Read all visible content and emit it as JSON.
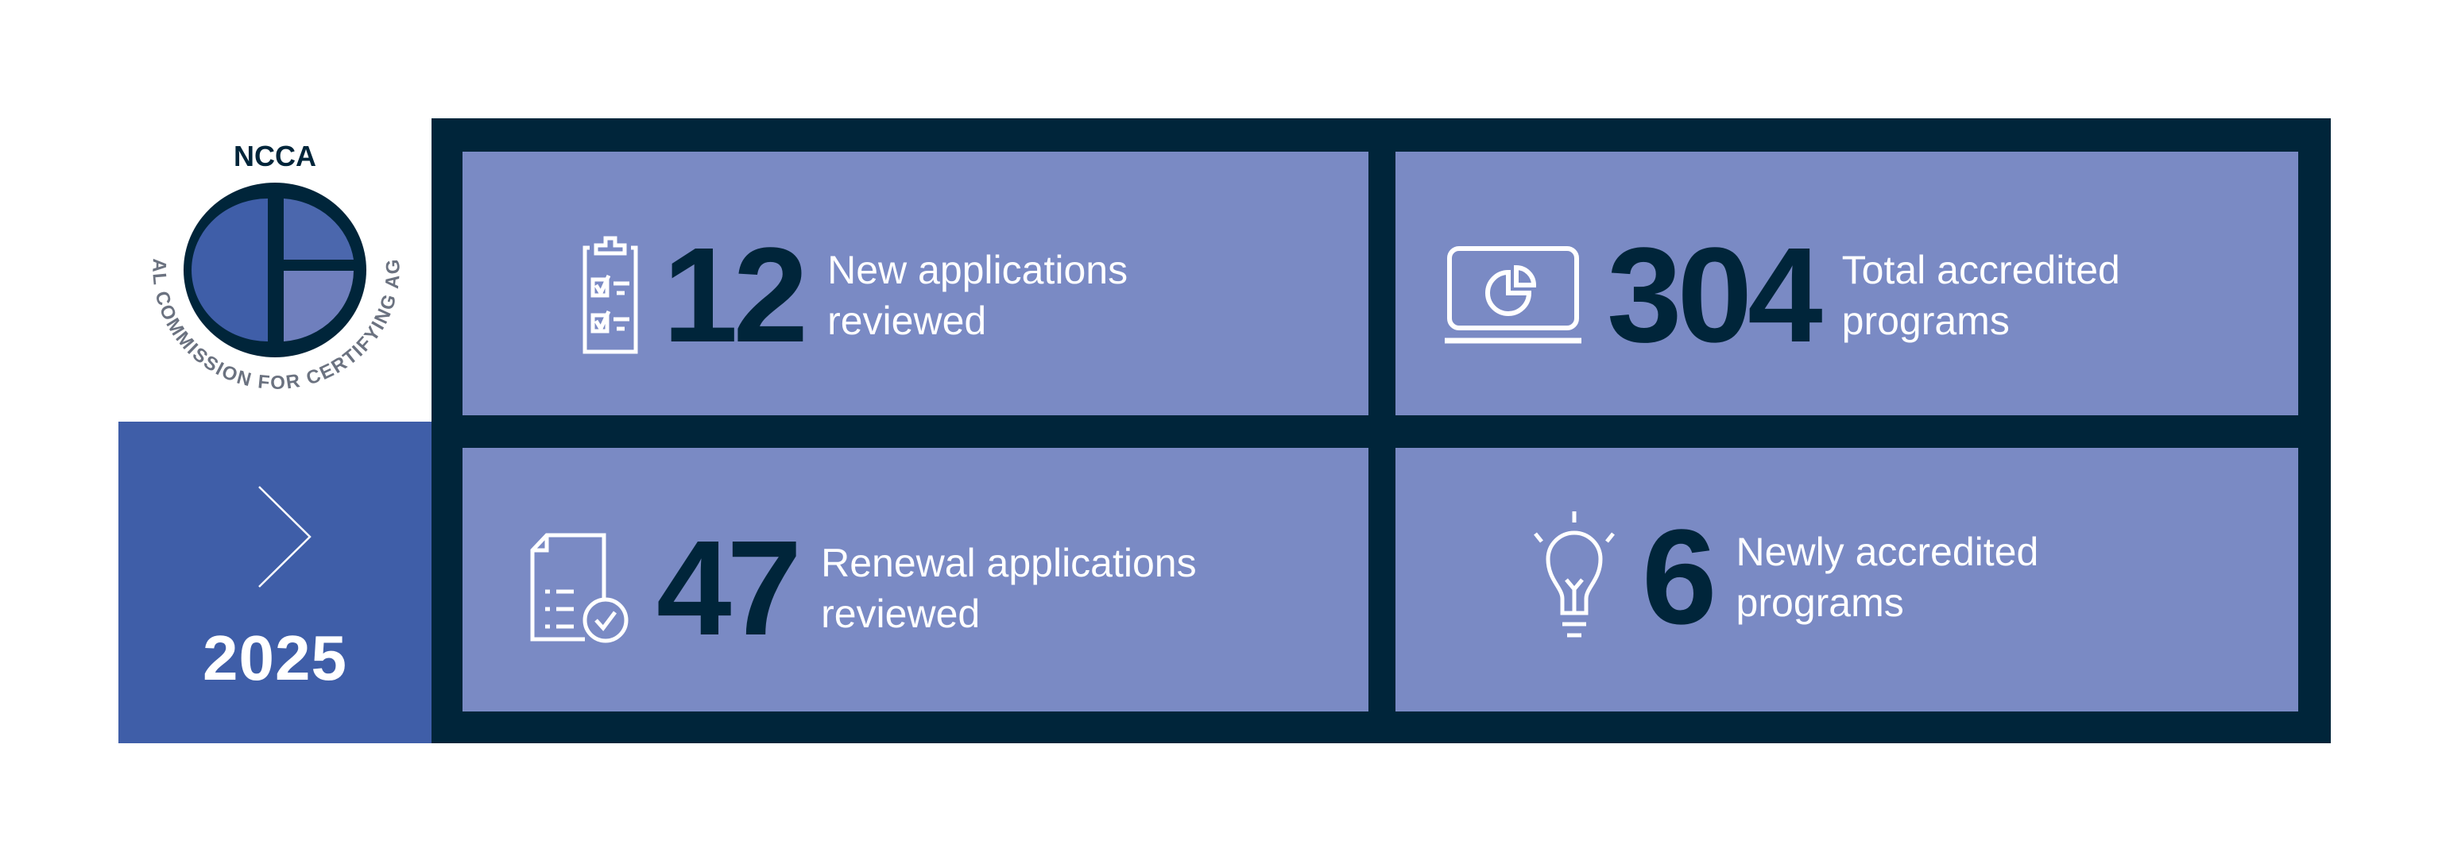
{
  "logo": {
    "acronym": "NCCA",
    "full_name": "NATIONAL COMMISSION FOR CERTIFYING AGENCIES"
  },
  "year_box": {
    "year": "2025",
    "icon": "chevron-right-icon"
  },
  "colors": {
    "panel": "#00253a",
    "tile": "#7a8ac4",
    "year_box": "#3f5ea8",
    "text_light": "#ffffff"
  },
  "stats": [
    {
      "value": "12",
      "label": "New applications reviewed",
      "icon": "clipboard-checklist-icon"
    },
    {
      "value": "304",
      "label": "Total accredited programs",
      "icon": "laptop-pie-chart-icon"
    },
    {
      "value": "47",
      "label": "Renewal applications reviewed",
      "icon": "document-check-icon"
    },
    {
      "value": "6",
      "label": "Newly accredited programs",
      "icon": "lightbulb-icon"
    }
  ]
}
